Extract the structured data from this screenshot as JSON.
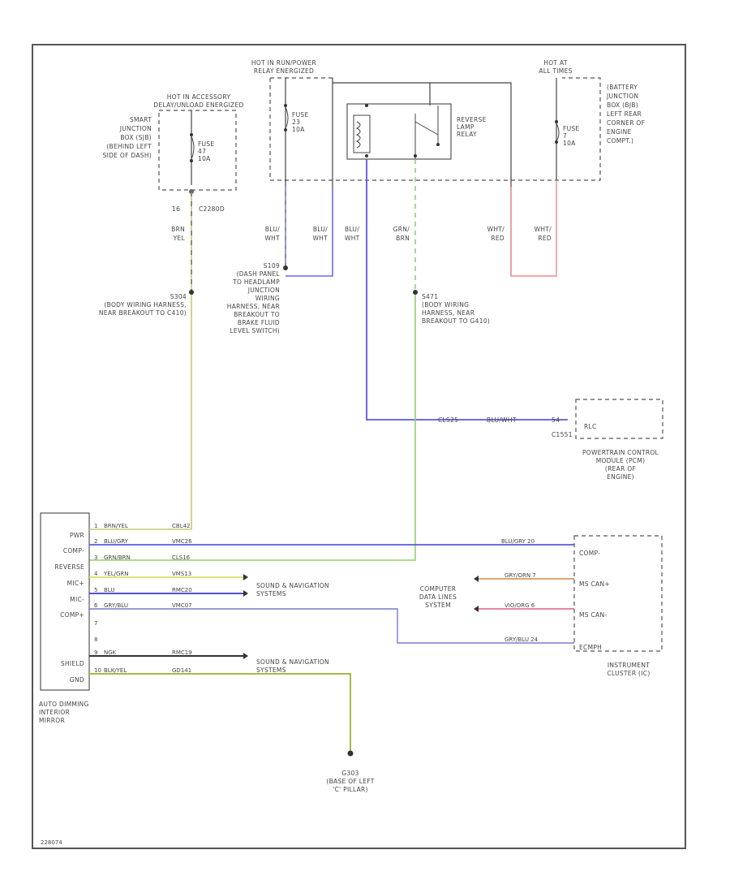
{
  "hot_run_power": [
    "HOT IN RUN/POWER",
    "RELAY ENERGIZED"
  ],
  "hot_acc": [
    "HOT IN ACCESSORY",
    "DELAY/UNLOAD ENERGIZED"
  ],
  "hot_all": [
    "HOT AT",
    "ALL TIMES"
  ],
  "sjb": [
    "SMART",
    "JUNCTION",
    "BOX (SJB)",
    "(BEHIND LEFT",
    "SIDE OF DASH)"
  ],
  "bjb": [
    "(BATTERY",
    "JUNCTION",
    "BOX (BJB)",
    "LEFT REAR",
    "CORNER OF",
    "ENGINE",
    "COMPT.)"
  ],
  "fuse_acc": [
    "FUSE",
    "47",
    "10A"
  ],
  "fuse_run": [
    "FUSE",
    "23",
    "10A"
  ],
  "fuse_bat": [
    "FUSE",
    "7",
    "10A"
  ],
  "relay": [
    "REVERSE",
    "LAMP",
    "RELAY"
  ],
  "sjb_connector": {
    "pin": "16",
    "name": "C2280D"
  },
  "wire_labels": {
    "brn_yel": [
      "BRN",
      "YEL"
    ],
    "blu_wht_a": [
      "BLU/",
      "WHT"
    ],
    "blu_wht_b": [
      "BLU/",
      "WHT"
    ],
    "blu_wht_c": [
      "BLU/",
      "WHT"
    ],
    "grn_brn": [
      "GRN/",
      "BRN"
    ],
    "wht_red_a": [
      "WHT/",
      "RED"
    ],
    "wht_red_b": [
      "WHT/",
      "RED"
    ]
  },
  "splice_s109": [
    "S109",
    "(DASH PANEL",
    "TO HEADLAMP",
    "JUNCTION",
    "WIRING",
    "HARNESS, NEAR",
    "BREAKOUT TO",
    "BRAKE FLUID",
    "LEVEL SWITCH)"
  ],
  "splice_s304": [
    "S304",
    "(BODY WIRING HARNESS,",
    "NEAR BREAKOUT TO C410)"
  ],
  "splice_s471": [
    "S471",
    "(BODY WIRING",
    "HARNESS, NEAR",
    "BREAKOUT TO G410)"
  ],
  "pcm": {
    "wire": [
      "CLS25",
      "BLU/WHT",
      "54"
    ],
    "pin_label": "RLC",
    "connector": "C1551",
    "name": [
      "POWERTRAIN CONTROL",
      "MODULE (PCM)",
      "(REAR OF",
      "ENGINE)"
    ]
  },
  "mirror": {
    "pins": [
      "PWR",
      "COMP-",
      "REVERSE",
      "MIC+",
      "MIC-",
      "COMP+",
      "",
      "",
      "SHIELD",
      "GND"
    ],
    "name": [
      "AUTO DIMMING",
      "INTERIOR",
      "MIRROR"
    ]
  },
  "wires": [
    {
      "pin": "1",
      "color": "BRN/YEL",
      "circuit": "CBL42"
    },
    {
      "pin": "2",
      "color": "BLU/GRY",
      "circuit": "VMC26"
    },
    {
      "pin": "3",
      "color": "GRN/BRN",
      "circuit": "CLS16"
    },
    {
      "pin": "4",
      "color": "YEL/GRN",
      "circuit": "VMS13"
    },
    {
      "pin": "5",
      "color": "BLU",
      "circuit": "RMC20"
    },
    {
      "pin": "6",
      "color": "GRY/BLU",
      "circuit": "VMC07"
    },
    {
      "pin": "7",
      "color": "",
      "circuit": ""
    },
    {
      "pin": "8",
      "color": "",
      "circuit": ""
    },
    {
      "pin": "9",
      "color": "NGK",
      "circuit": "RMC19"
    },
    {
      "pin": "10",
      "color": "BLK/YEL",
      "circuit": "GD141"
    }
  ],
  "sound_nav_1": [
    "SOUND & NAVIGATION",
    "SYSTEMS"
  ],
  "sound_nav_2": [
    "SOUND & NAVIGATION",
    "SYSTEMS"
  ],
  "data_lines": [
    "COMPUTER",
    "DATA LINES",
    "SYSTEM"
  ],
  "cluster": {
    "pins": [
      "COMP-",
      "MS CAN+",
      "MS CAN-",
      "ECMPH"
    ],
    "wires": [
      {
        "label": "BLU/GRY  20",
        "color": "#6a6ae0"
      },
      {
        "label": "GRY/ORN  7",
        "color": "#c88a4a"
      },
      {
        "label": "VIO/ORG  6",
        "color": "#e06080"
      },
      {
        "label": "GRY/BLU  24",
        "color": "#7a7ad0"
      }
    ],
    "name": [
      "INSTRUMENT",
      "CLUSTER (IC)"
    ]
  },
  "ground": [
    "G303",
    "(BASE OF LEFT",
    "'C' PILLAR)"
  ],
  "figure_id": "228074"
}
